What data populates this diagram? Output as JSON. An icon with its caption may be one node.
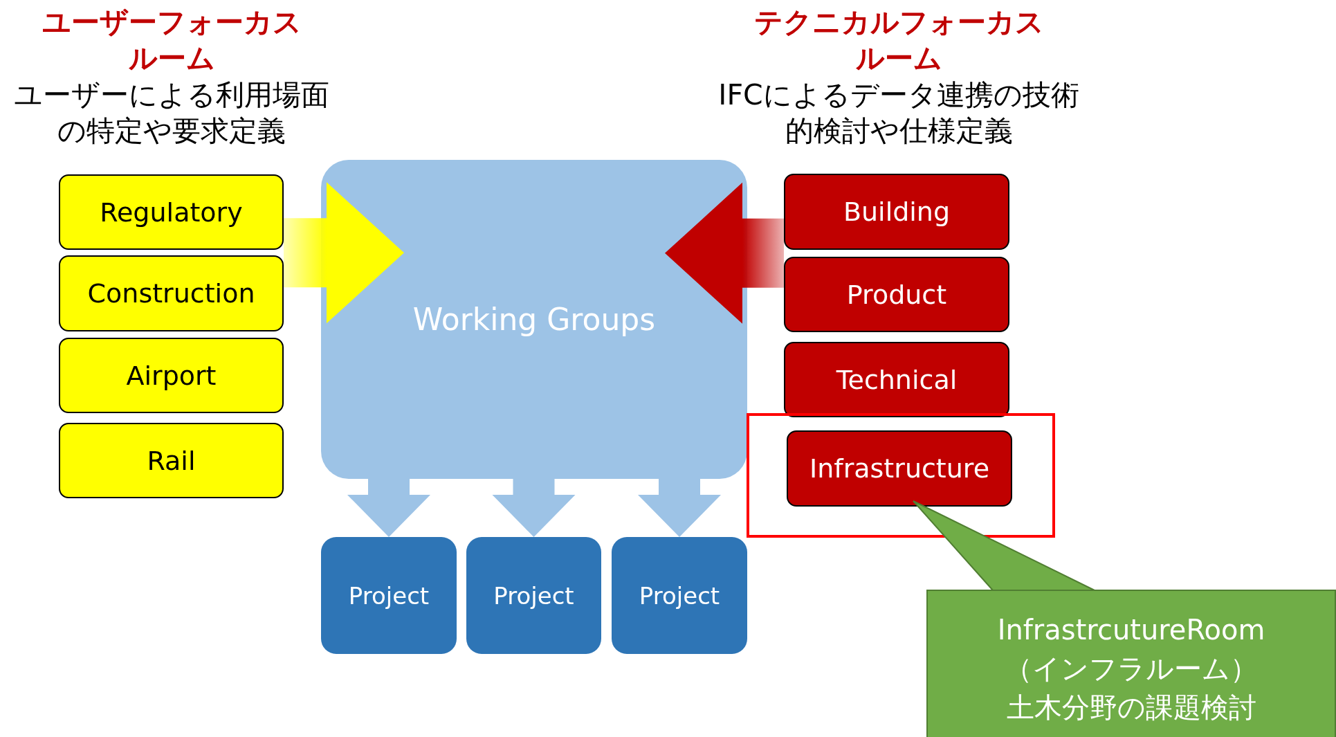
{
  "diagram": {
    "nodes": [
      {
        "text": [
          "Regulatory"
        ]
      },
      {
        "text": [
          "Construction"
        ]
      },
      {
        "text": [
          "Airport"
        ]
      },
      {
        "text": [
          "Rail"
        ]
      },
      {
        "text": [
          "Working Groups"
        ]
      },
      {
        "text": [
          "Building"
        ]
      },
      {
        "text": [
          "Product"
        ]
      },
      {
        "text": [
          "Technical"
        ]
      },
      {
        "text": [],
        "shape": "box"
      },
      {
        "text": [
          "Infrastructure"
        ],
        "in": 8
      },
      {
        "text": [
          "Project"
        ]
      },
      {
        "text": [
          "Project"
        ]
      },
      {
        "text": [
          "Project"
        ]
      },
      {
        "text": [
          "InfrastrcutureRoom（インフラルーム）土木分野の課題検討"
        ]
      }
    ],
    "edges": [
      {
        "from": 0,
        "to": 4,
        "arrow": "to",
        "style": "thick",
        "color": "#ffff00"
      },
      {
        "from": 1,
        "to": 4,
        "arrow": "to",
        "style": "thick",
        "color": "#ffff00"
      },
      {
        "from": 5,
        "to": 4,
        "arrow": "to",
        "style": "thick",
        "color": "#c00000"
      },
      {
        "from": 6,
        "to": 4,
        "arrow": "to",
        "style": "thick",
        "color": "#c00000"
      },
      {
        "from": 4,
        "to": 10,
        "arrow": "to",
        "style": "thick"
      },
      {
        "from": 4,
        "to": 11,
        "arrow": "to",
        "style": "thick"
      },
      {
        "from": 4,
        "to": 12,
        "arrow": "to",
        "style": "thick"
      },
      {
        "from": 13,
        "to": 9,
        "arrow": "none",
        "color": "#70ad47"
      }
    ],
    "labels": [
      "ユーザーフォーカスルーム",
      "ユーザーによる利用場面の特定や要求定義",
      "テクニカルフォーカスルーム",
      "IFCによるデータ連携の技術的検討や仕様定義"
    ]
  }
}
